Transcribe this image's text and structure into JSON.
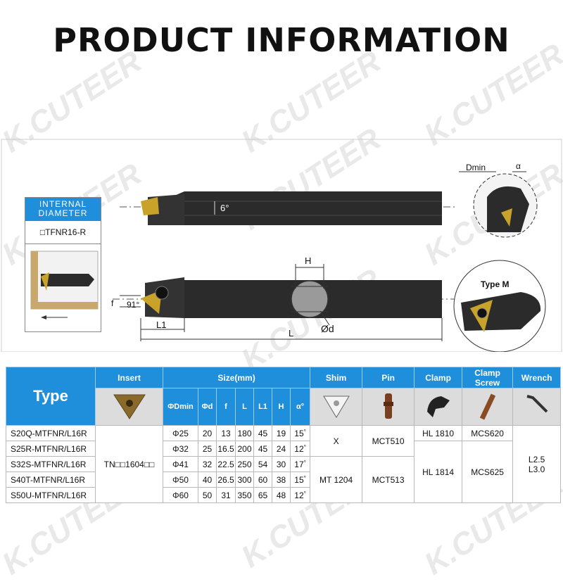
{
  "title": "PRODUCT INFORMATION",
  "watermark": "K.CUTEER",
  "spec_box": {
    "heading_line1": "INTERNAL",
    "heading_line2": "DIAMETER",
    "code": "□TFNR16-R"
  },
  "drawing": {
    "angle_top": "6°",
    "angle_side": "91°",
    "label_f": "f",
    "label_L1": "L1",
    "label_L": "L",
    "label_H": "H",
    "label_d": "Ød",
    "label_Dmin": "Dmin",
    "label_alpha": "α",
    "label_typeM": "Type M"
  },
  "table": {
    "headers": {
      "type": "Type",
      "insert": "Insert",
      "size": "Size(mm)",
      "shim": "Shim",
      "pin": "Pin",
      "clamp": "Clamp",
      "clamp_screw_1": "Clamp",
      "clamp_screw_2": "Screw",
      "wrench": "Wrench"
    },
    "subheaders": {
      "dmin": "ΦDmin",
      "d": "Φd",
      "f": "f",
      "L": "L",
      "L1": "L1",
      "H": "H",
      "alpha": "α°"
    },
    "insert_value": "TN□□1604□□",
    "rows": [
      {
        "model": "S20Q-MTFNR/L16R",
        "dmin": "Φ25",
        "d": "20",
        "f": "13",
        "L": "180",
        "L1": "45",
        "H": "19",
        "alpha": "15"
      },
      {
        "model": "S25R-MTFNR/L16R",
        "dmin": "Φ32",
        "d": "25",
        "f": "16.5",
        "L": "200",
        "L1": "45",
        "H": "24",
        "alpha": "12"
      },
      {
        "model": "S32S-MTFNR/L16R",
        "dmin": "Φ41",
        "d": "32",
        "f": "22.5",
        "L": "250",
        "L1": "54",
        "H": "30",
        "alpha": "17"
      },
      {
        "model": "S40T-MTFNR/L16R",
        "dmin": "Φ50",
        "d": "40",
        "f": "26.5",
        "L": "300",
        "L1": "60",
        "H": "38",
        "alpha": "15"
      },
      {
        "model": "S50U-MTFNR/L16R",
        "dmin": "Φ60",
        "d": "50",
        "f": "31",
        "L": "350",
        "L1": "65",
        "H": "48",
        "alpha": "12"
      }
    ],
    "degree": "°",
    "shim_1": "X",
    "shim_2": "MT 1204",
    "pin_1": "MCT510",
    "pin_2": "MCT513",
    "clamp_1": "HL 1810",
    "clamp_2": "HL 1814",
    "screw_1": "MCS620",
    "screw_2": "MCS625",
    "wrench_1": "L2.5",
    "wrench_2": "L3.0"
  },
  "colors": {
    "header_blue": "#1f8fdc",
    "bar_dark": "#2b2b2b",
    "insert_gold": "#c9a22a"
  }
}
